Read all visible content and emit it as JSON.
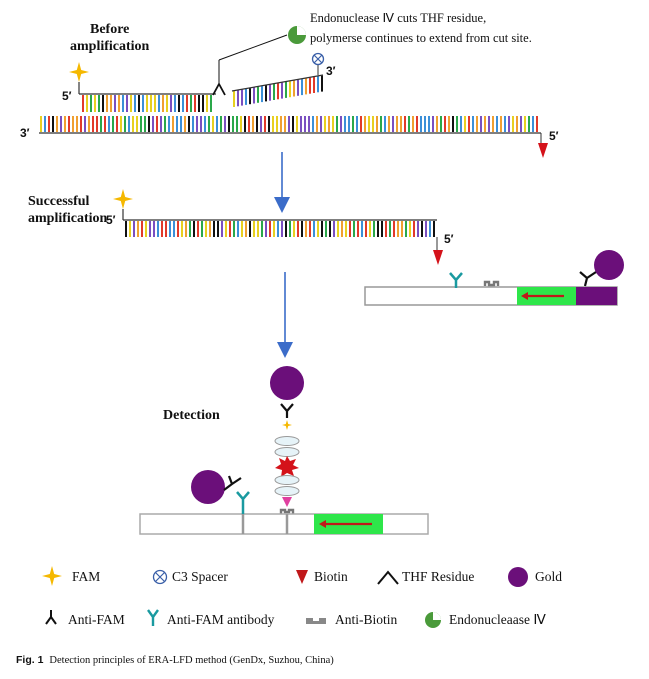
{
  "stages": {
    "before_1": "Before",
    "before_2": "amplification",
    "successful_1": "Successful",
    "successful_2": "amplification",
    "detection": "Detection"
  },
  "annotation": {
    "line1": "Endonuclease Ⅳ cuts THF residue,",
    "line2": "polymerse continues to extend from cut site."
  },
  "strand_ends": {
    "five_prime": "5′",
    "three_prime": "3′"
  },
  "legend": [
    {
      "icon": "fam-star-icon",
      "label": "FAM"
    },
    {
      "icon": "c3-spacer-icon",
      "label": "C3 Spacer"
    },
    {
      "icon": "biotin-triangle-icon",
      "label": "Biotin"
    },
    {
      "icon": "thf-residue-icon",
      "label": "THF Residue"
    },
    {
      "icon": "gold-particle-icon",
      "label": "Gold"
    },
    {
      "icon": "anti-fam-icon",
      "label": "Anti-FAM"
    },
    {
      "icon": "anti-fam-antibody-icon",
      "label": "Anti-FAM antibody"
    },
    {
      "icon": "anti-biotin-icon",
      "label": "Anti-Biotin"
    },
    {
      "icon": "endonuclease-icon",
      "label": "Endonucleaase Ⅳ"
    }
  ],
  "caption": {
    "figure": "Fig. 1",
    "text": "Detection principles of ERA-LFD method (GenDx, Suzhou, China)"
  },
  "colors": {
    "fam": "#f5b800",
    "gold": "#6b0f7a",
    "biotin": "#d4121a",
    "antibody_teal": "#1a9aa0",
    "endonuclease_green": "#4a9a3a",
    "arrow_blue": "#3b6cc9",
    "strip_green": "#2ee64a",
    "strip_purple": "#6b0f7a",
    "bases": [
      "#f0a030",
      "#3b8fd8",
      "#2aa84a",
      "#e23a2a",
      "#111111",
      "#e8d020",
      "#7a4fc0"
    ]
  }
}
